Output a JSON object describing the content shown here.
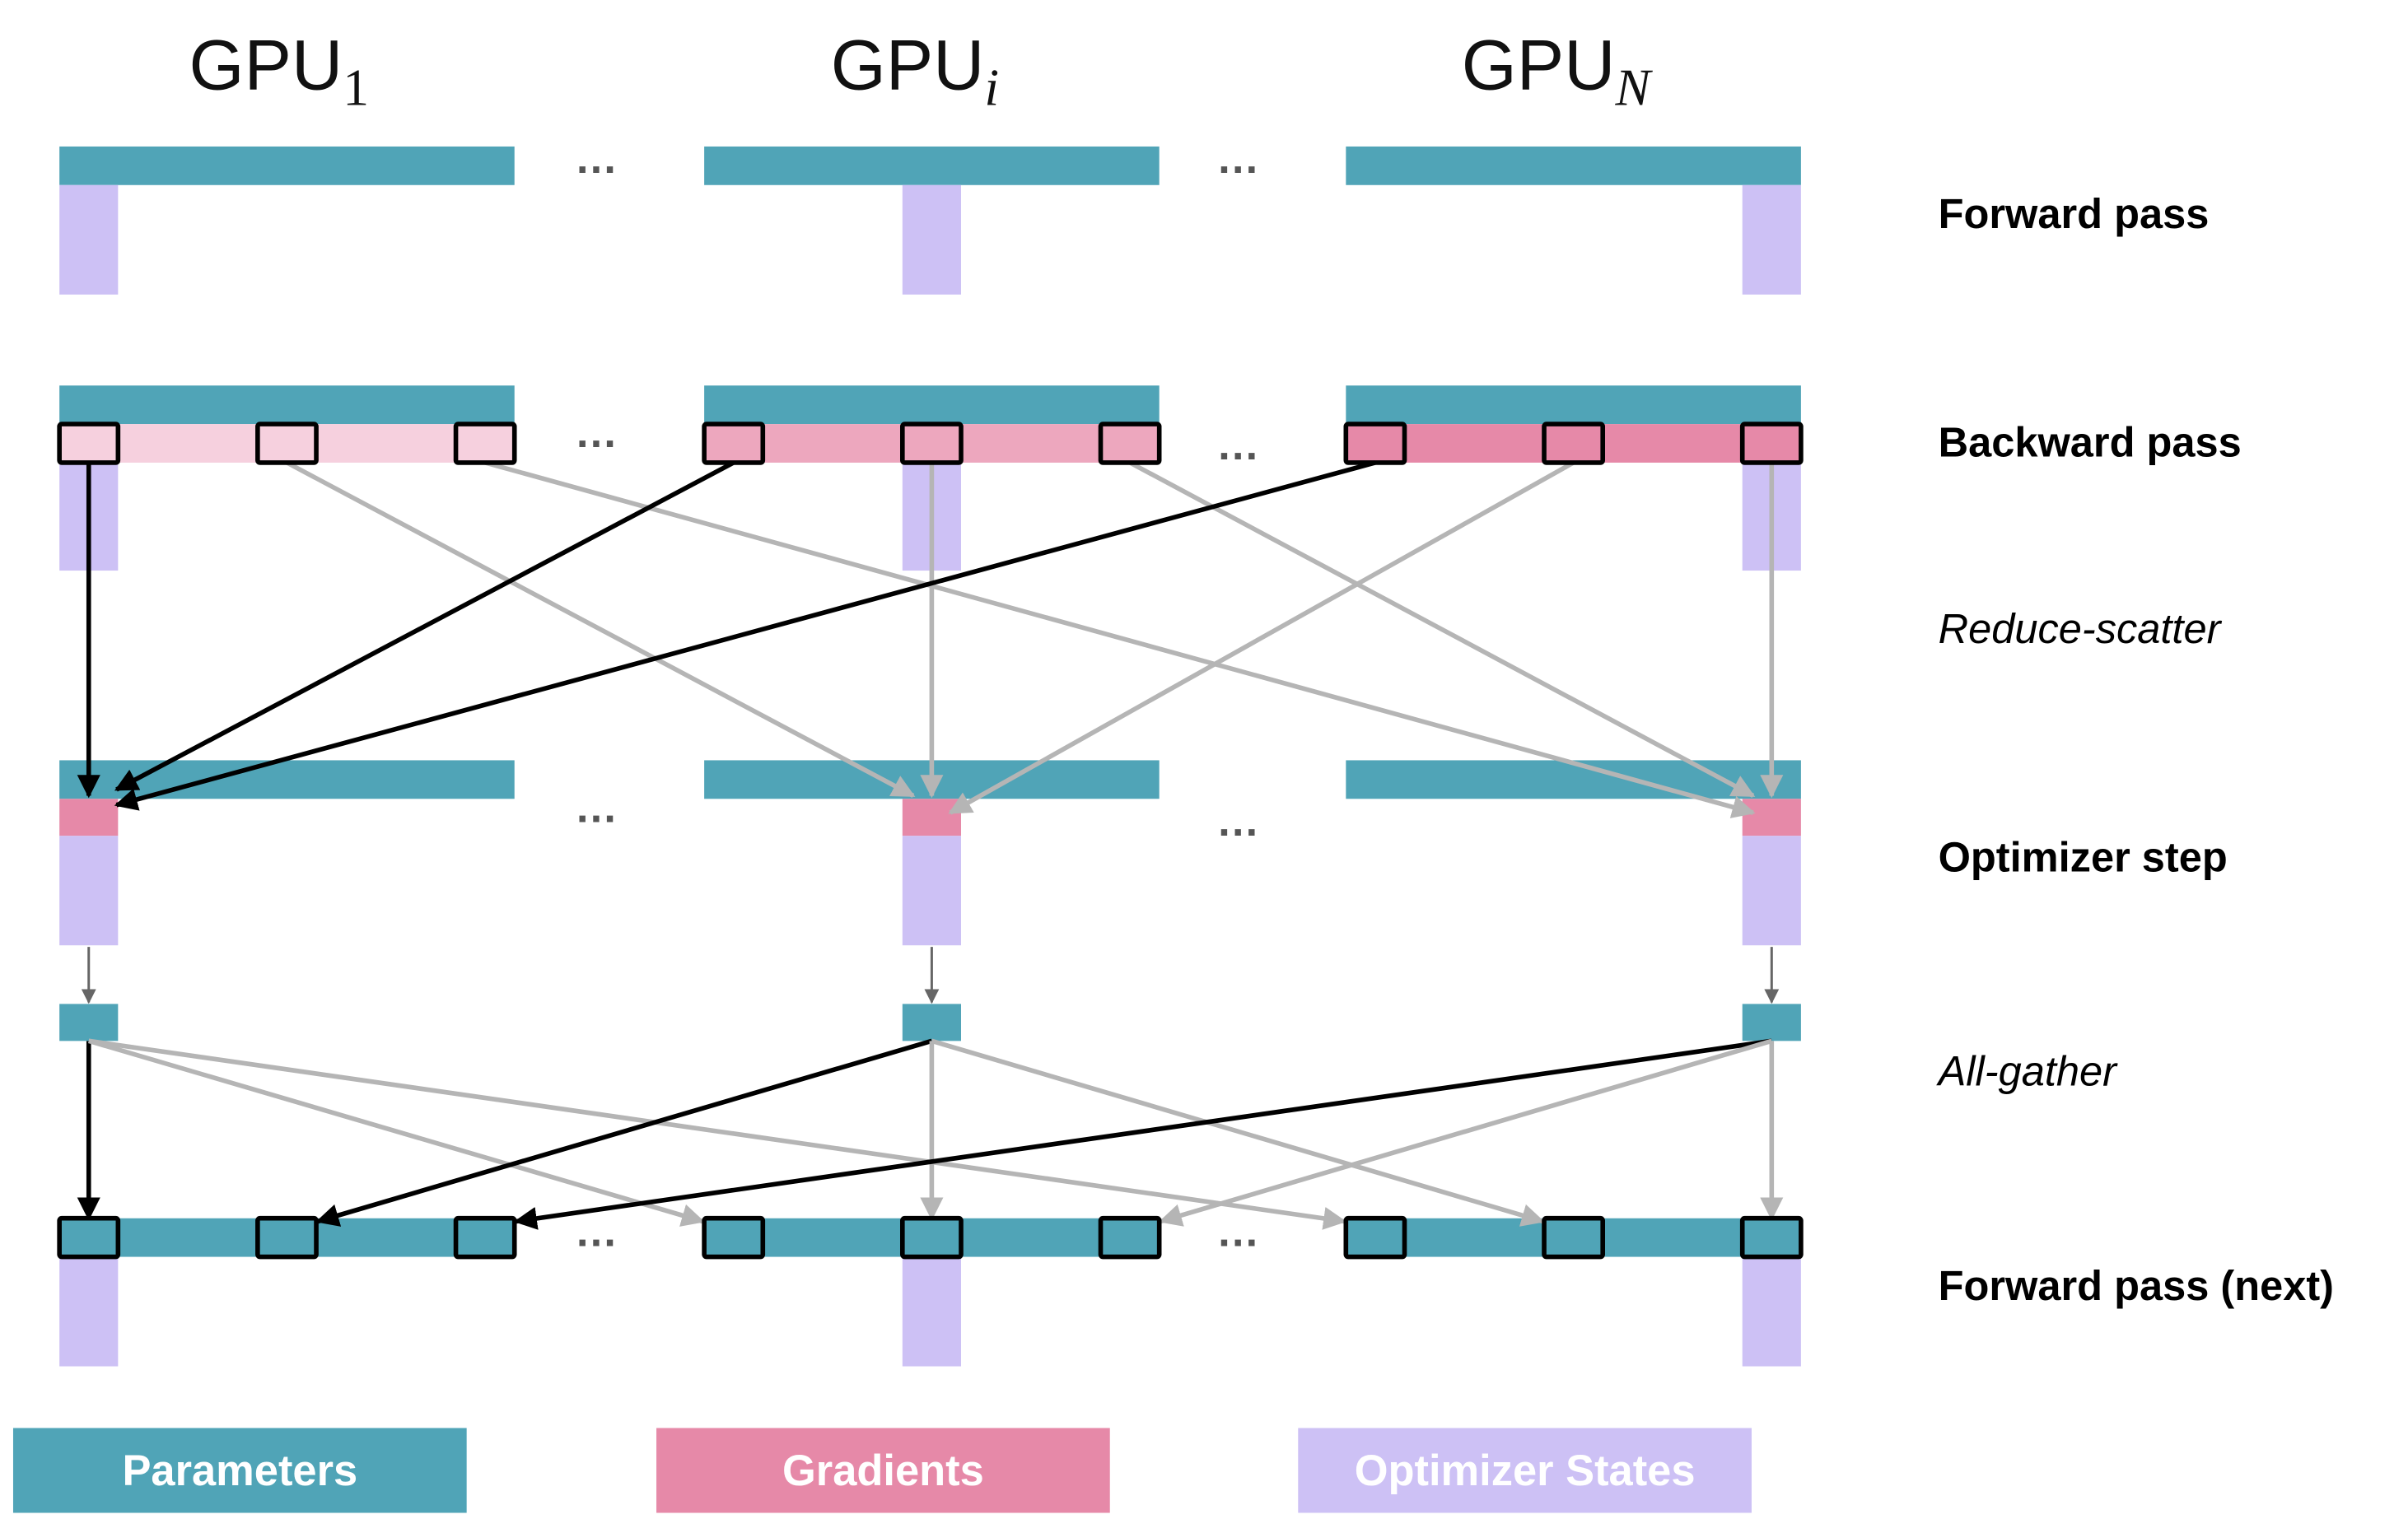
{
  "gpus": [
    {
      "name": "GPU",
      "subscript": "1",
      "italic_sub": false
    },
    {
      "name": "GPU",
      "subscript": "i",
      "italic_sub": true
    },
    {
      "name": "GPU",
      "subscript": "N",
      "italic_sub": true
    }
  ],
  "ellipsis": "…",
  "stages": {
    "forward": "Forward pass",
    "backward": "Backward pass",
    "reduce_scatter": "Reduce-scatter",
    "optimizer": "Optimizer step",
    "all_gather": "All-gather",
    "forward_next": "Forward pass (next)"
  },
  "legend": [
    {
      "label": "Parameters",
      "color": "#50A4B7"
    },
    {
      "label": "Gradients",
      "color": "#E689A8"
    },
    {
      "label": "Optimizer States",
      "color": "#CDC1F5"
    }
  ],
  "colors": {
    "parameters": "#50A4B7",
    "gradients_gpu1": "#F6D0DE",
    "gradients_gpui": "#EDA7BE",
    "gradients_gpun": "#E689A8",
    "gradients_reduced": "#E689A8",
    "optimizer_states": "#CDC1F5",
    "arrow_highlight": "#000000",
    "arrow_other": "#B5B5B5",
    "arrow_local": "#666666"
  }
}
